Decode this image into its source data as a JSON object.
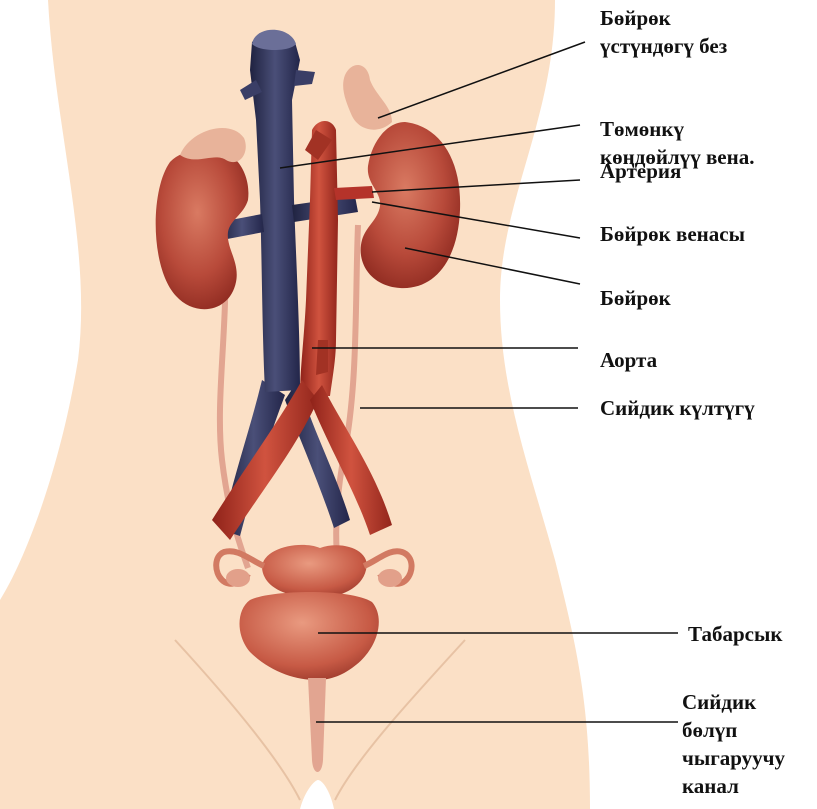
{
  "labels": {
    "adrenal": [
      "Бөйрөк",
      "үстүндөгү без"
    ],
    "vena_cava": [
      "Төмөнкү",
      "көңдөйлүү вена."
    ],
    "artery": [
      "Артерия"
    ],
    "renal_vein": [
      "Бөйрөк венасы"
    ],
    "kidney": [
      "Бөйрөк"
    ],
    "aorta": [
      "Аорта"
    ],
    "ureter": [
      "Сийдик күлтүгү"
    ],
    "bladder": [
      "Табарсык"
    ],
    "urethra": [
      "Сийдик",
      "бөлүп",
      "чыгаруучу",
      "канал"
    ]
  },
  "colors": {
    "skin": "#fbe0c6",
    "organ": "#b84a3a",
    "organ_dark": "#8e2a20",
    "artery": "#b5332a",
    "vein": "#2b2e4c",
    "ureter": "#e2a591",
    "leader": "#111111"
  }
}
